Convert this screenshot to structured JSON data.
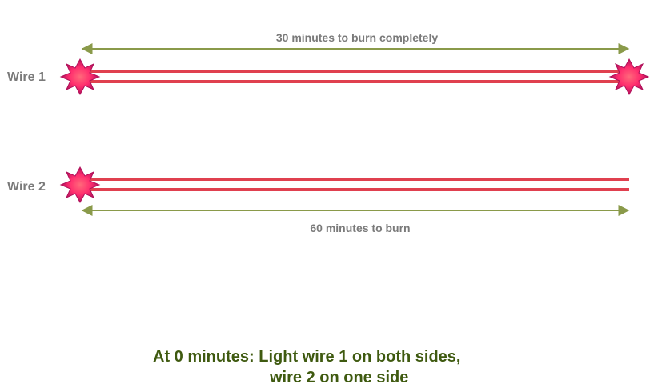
{
  "wires": [
    {
      "label": "Wire 1",
      "lit_ends": [
        "left",
        "right"
      ]
    },
    {
      "label": "Wire 2",
      "lit_ends": [
        "left"
      ]
    }
  ],
  "spans": {
    "top": "30 minutes to burn completely",
    "bottom": "60 minutes to burn"
  },
  "caption": {
    "line1": "At 0 minutes: Light wire 1 on both sides,",
    "line2": "wire 2 on one side"
  },
  "colors": {
    "wire": "#e0404f",
    "arrow": "#8a9a4a",
    "flame_core": "#ff2d6e",
    "flame_edge": "#b0105a",
    "label": "#7a7a7a",
    "caption": "#3f5a10"
  },
  "icons": [
    "flame-burst-icon",
    "double-arrow-icon"
  ]
}
